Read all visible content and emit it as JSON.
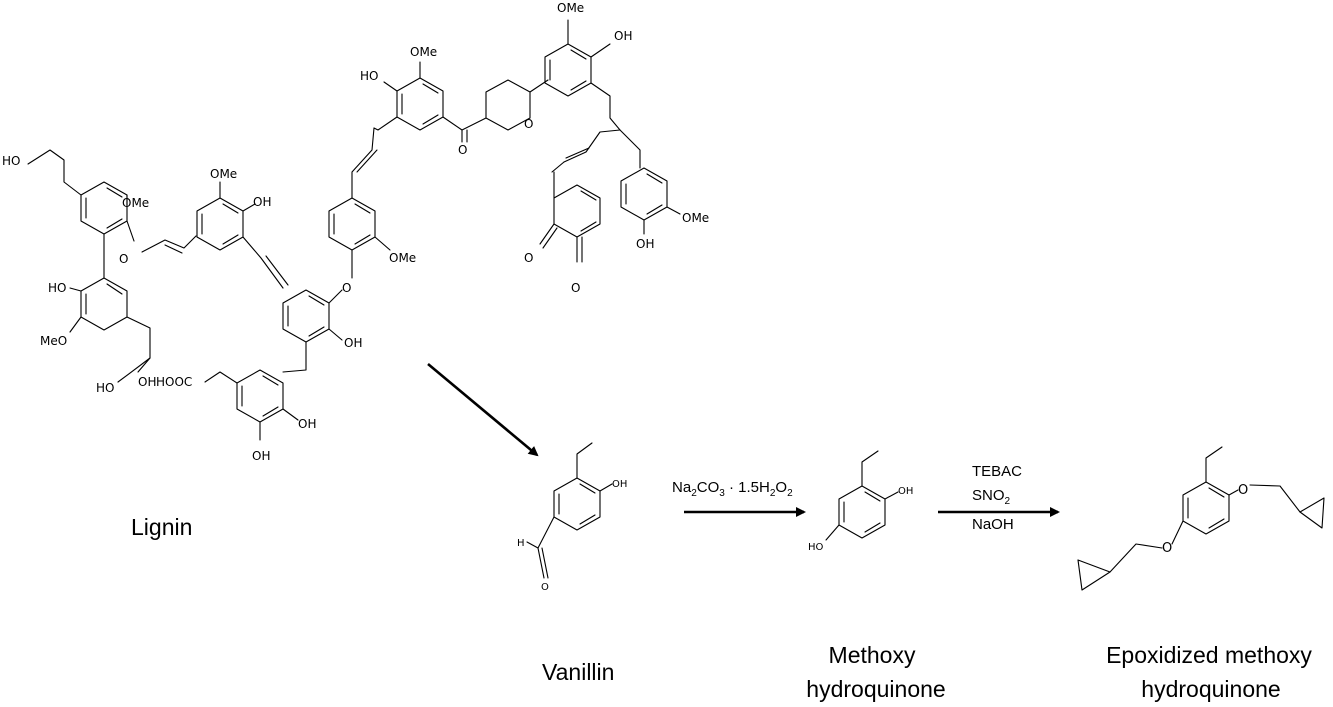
{
  "diagram": {
    "lignin": {
      "label": "Lignin",
      "atoms": [
        "HO",
        "OMe",
        "O",
        "OMe",
        "OH",
        "HO",
        "MeO",
        "OH",
        "HO",
        "HOOC",
        "OH",
        "OH",
        "OMe",
        "O",
        "OH",
        "HO",
        "OMe",
        "O",
        "O",
        "OMe",
        "OH",
        "OMe",
        "OH",
        "O",
        "O"
      ]
    },
    "vanillin": {
      "label": "Vanillin",
      "atoms": [
        "OH",
        "H",
        "O"
      ]
    },
    "methoxy_hydroquinone": {
      "label_line1": "Methoxy",
      "label_line2": "hydroquinone",
      "atoms": [
        "OH",
        "HO"
      ]
    },
    "epoxidized": {
      "label_line1": "Epoxidized methoxy",
      "label_line2": "hydroquinone",
      "atoms": [
        "O",
        "O"
      ]
    },
    "step1_reagent": {
      "base": "Na",
      "sub1": "2",
      "mid": "CO",
      "sub2": "3",
      "rest": " · 1.5H",
      "sub3": "2",
      "o": "O",
      "sub4": "2"
    },
    "step2_reagents": [
      "TEBAC",
      "SNO",
      "2",
      "NaOH"
    ]
  }
}
